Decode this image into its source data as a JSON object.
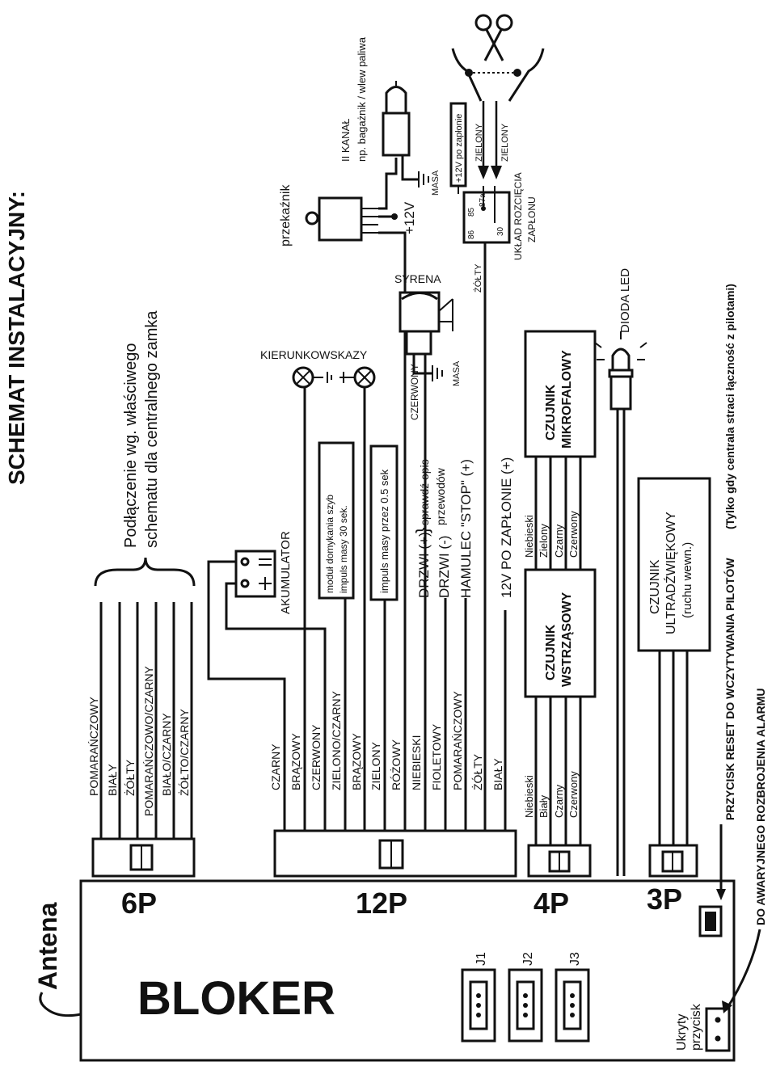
{
  "title": "SCHEMAT INSTALACYJNY:",
  "main_unit": {
    "name": "BLOKER",
    "antenna": "Antena",
    "connectors": [
      "6P",
      "12P",
      "4P",
      "3P"
    ],
    "jumpers": [
      "J1",
      "J2",
      "J3"
    ],
    "hidden_button": "Ukryty przycisk"
  },
  "connector_6p": {
    "wires": [
      "POMARAŃCZOWY",
      "BIAŁY",
      "ŻÓŁTY",
      "POMARAŃCZOWO/CZARNY",
      "BIAŁO/CZARNY",
      "ŻÓŁTO/CZARNY"
    ],
    "note": "Podłączenie wg. właściwego schematu dla centralnego zamka"
  },
  "connector_12p": {
    "wires": [
      "CZARNY",
      "BRĄZOWY",
      "CZERWONY",
      "ZIELONO/CZARNY",
      "BRĄZOWY",
      "ZIELONY",
      "RÓŻOWY",
      "NIEBIESKI",
      "FIOLETOWY",
      "POMARAŃCZOWY",
      "ŻÓŁTY",
      "BIAŁY"
    ]
  },
  "components": {
    "battery": "AKUMULATOR",
    "window_module": [
      "moduł domykania szyb",
      "impuls masy 30 sek."
    ],
    "impulse_box": "impuls masy przez 0.5 sek",
    "turn_signals": "KIERUNKOWSKAZY",
    "siren": "SYRENA",
    "siren_wire": "CZERWONY",
    "ground": "MASA",
    "relay": "przekaźnik",
    "channel2": [
      "II KANAŁ",
      "np. bagażnik / wlew paliwa"
    ],
    "plus12": "+12V",
    "ignition_relay_pins": [
      "85",
      "87a",
      "86",
      "30"
    ],
    "plus12_ignition": "+12V po zapłonie",
    "green": "ZIELONY",
    "yellow": "ŻÓŁTY",
    "ignition_cut": [
      "UKŁAD ROZCIĘCIA",
      "ZAPŁONU"
    ],
    "led": "DIODA LED"
  },
  "inputs": {
    "door_plus": "DRZWI (+)",
    "door_minus": "DRZWI (-)",
    "door_note": [
      "sprawdź opis",
      "przewodów"
    ],
    "brake": "HAMULEC \"STOP\" (+)",
    "ignition": "12V PO ZAPŁONIE (+)"
  },
  "sensors": {
    "microwave": {
      "name": [
        "CZUJNIK",
        "MIKROFALOWY"
      ],
      "wires": [
        "Niebieski",
        "Zielony",
        "Czarny",
        "Czerwony"
      ]
    },
    "shock": {
      "name": [
        "CZUJNIK",
        "WSTRZĄSOWY"
      ],
      "wires": [
        "Niebieski",
        "Biały",
        "Czarny",
        "Czerwony"
      ]
    },
    "ultrasonic": {
      "name": [
        "CZUJNIK",
        "ULTRADŹWIĘKOWY",
        "(ruchu wewn.)"
      ]
    }
  },
  "notes": {
    "pilots_note": "(Tylko gdy centrala straci łączność z pilotami)",
    "pilots_main": "PRZYCISK RESET DO WCZYTYWANIA PILOTÓW",
    "emergency": "DO AWARYJNEGO ROZBROJENIA ALARMU"
  }
}
